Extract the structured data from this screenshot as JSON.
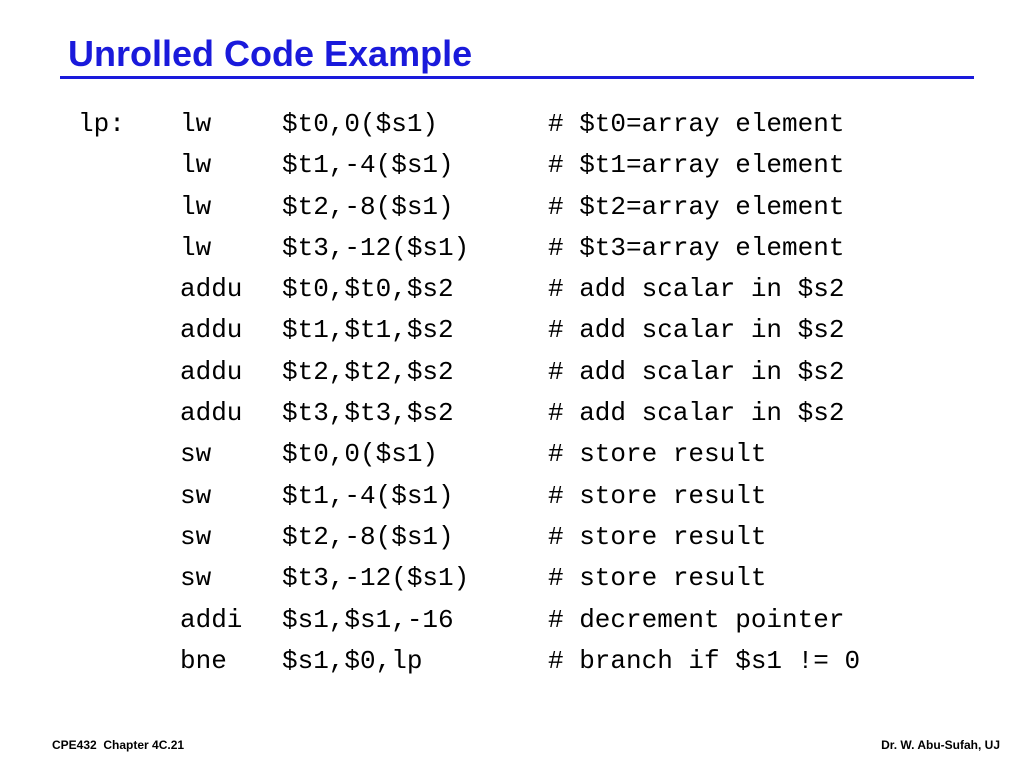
{
  "slide": {
    "title": "Unrolled Code Example",
    "title_color": "#1a1adb",
    "code_lines": [
      {
        "label": "lp:",
        "op": "lw",
        "args": "$t0,0($s1)",
        "comment": "# $t0=array element"
      },
      {
        "label": "",
        "op": "lw",
        "args": "$t1,-4($s1)",
        "comment": "# $t1=array element"
      },
      {
        "label": "",
        "op": "lw",
        "args": "$t2,-8($s1)",
        "comment": "# $t2=array element"
      },
      {
        "label": "",
        "op": "lw",
        "args": "$t3,-12($s1)",
        "comment": "# $t3=array element"
      },
      {
        "label": "",
        "op": "addu",
        "args": "$t0,$t0,$s2",
        "comment": "# add scalar in $s2"
      },
      {
        "label": "",
        "op": "addu",
        "args": "$t1,$t1,$s2",
        "comment": "# add scalar in $s2"
      },
      {
        "label": "",
        "op": "addu",
        "args": "$t2,$t2,$s2",
        "comment": "# add scalar in $s2"
      },
      {
        "label": "",
        "op": "addu",
        "args": "$t3,$t3,$s2",
        "comment": "# add scalar in $s2"
      },
      {
        "label": "",
        "op": "sw",
        "args": "$t0,0($s1)",
        "comment": "# store result"
      },
      {
        "label": "",
        "op": "sw",
        "args": "$t1,-4($s1)",
        "comment": "# store result"
      },
      {
        "label": "",
        "op": "sw",
        "args": "$t2,-8($s1)",
        "comment": "# store result"
      },
      {
        "label": "",
        "op": "sw",
        "args": "$t3,-12($s1)",
        "comment": "# store result"
      },
      {
        "label": "",
        "op": "addi",
        "args": "$s1,$s1,-16",
        "comment": "# decrement pointer"
      },
      {
        "label": "",
        "op": "bne",
        "args": "$s1,$0,lp",
        "comment": "# branch if $s1 != 0"
      }
    ]
  },
  "footer": {
    "left": "CPE432  Chapter 4C.21",
    "right": "Dr. W. Abu-Sufah, UJ"
  }
}
